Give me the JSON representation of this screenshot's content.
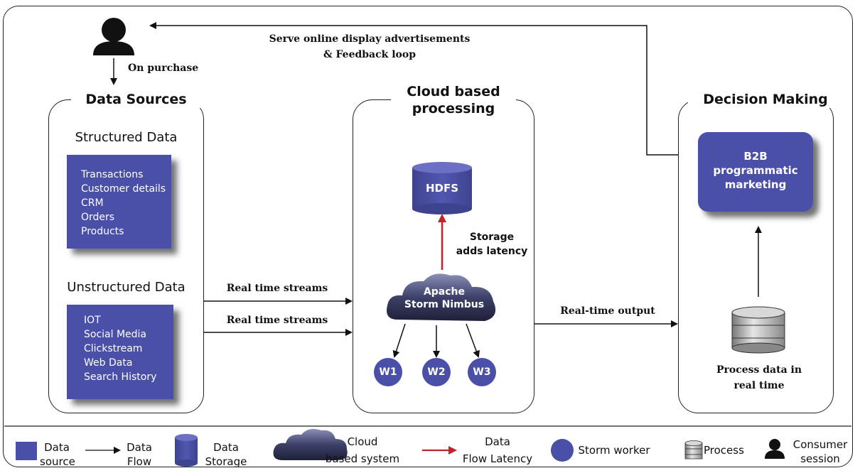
{
  "feedback": {
    "line1": "Serve online display advertisements",
    "line2": "& Feedback loop"
  },
  "on_purchase": "On purchase",
  "sources": {
    "title": "Data Sources",
    "structured_title": "Structured Data",
    "structured_items": [
      "Transactions",
      "Customer details",
      "CRM",
      "Orders",
      "Products"
    ],
    "unstructured_title": "Unstructured Data",
    "unstructured_items": [
      "IOT",
      "Social Media",
      "Clickstream",
      "Web Data",
      "Search History"
    ]
  },
  "streams": {
    "top": "Real time streams",
    "bottom": "Real time streams"
  },
  "cloud": {
    "title_line1": "Cloud based",
    "title_line2": "processing",
    "hdfs": "HDFS",
    "storage_line1": "Storage",
    "storage_line2": "adds latency",
    "nimbus_line1": "Apache",
    "nimbus_line2": "Storm Nimbus",
    "workers": [
      "W1",
      "W2",
      "W3"
    ]
  },
  "output_label": "Real-time output",
  "decision": {
    "title": "Decision Making",
    "b2b_line1": "B2B",
    "b2b_line2": "programmatic",
    "b2b_line3": "marketing",
    "process_line1": "Process data in",
    "process_line2": "real time"
  },
  "legend": {
    "data_source_1": "Data",
    "data_source_2": "source",
    "data_flow_1": "Data",
    "data_flow_2": "Flow",
    "data_storage_1": "Data",
    "data_storage_2": "Storage",
    "cloud_1": "Cloud",
    "cloud_2": "based system",
    "latency_1": "Data",
    "latency_2": "Flow Latency",
    "storm_worker": "Storm worker",
    "process": "Process",
    "consumer_1": "Consumer",
    "consumer_2": "session"
  },
  "colors": {
    "primary_blue": "#4a4fa8",
    "latency_red": "#c4222b",
    "cloud_dark": "#2e3050"
  }
}
